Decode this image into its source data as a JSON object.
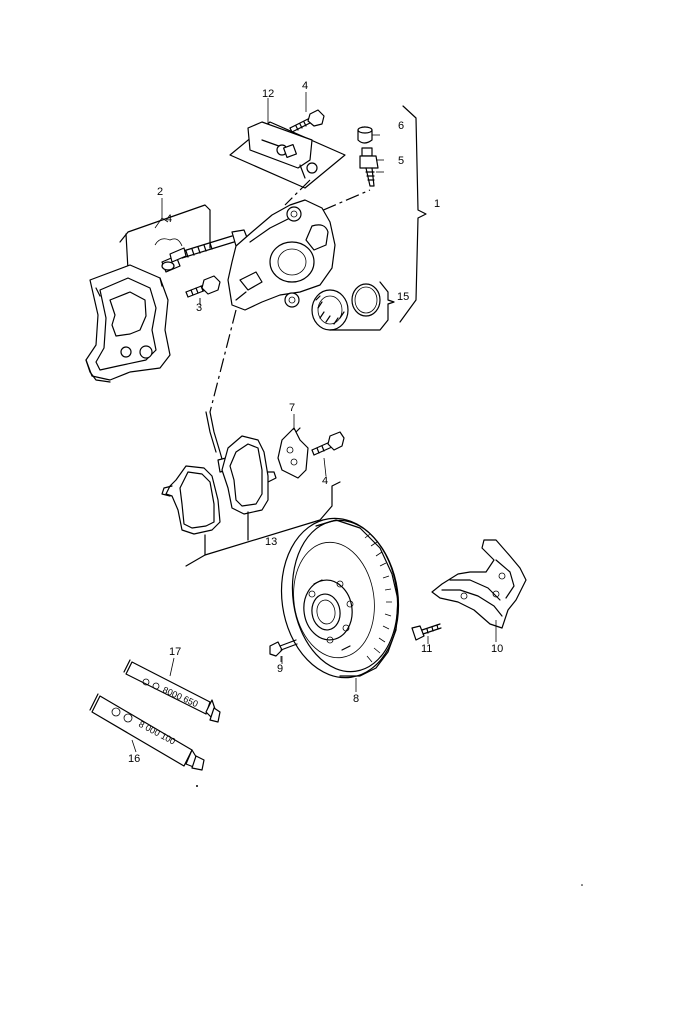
{
  "callouts": {
    "c1": "1",
    "c2": "2",
    "c3": "3",
    "c4a": "4",
    "c4b": "4",
    "c4c": "4",
    "c5": "5",
    "c6": "6",
    "c7": "7",
    "c8": "8",
    "c9": "9",
    "c10": "10",
    "c11": "11",
    "c12": "12",
    "c13": "13",
    "c15": "15",
    "c16": "16",
    "c17": "17"
  },
  "tubes": {
    "t17_print": "8000 650",
    "t16_print": "8 000 100"
  }
}
